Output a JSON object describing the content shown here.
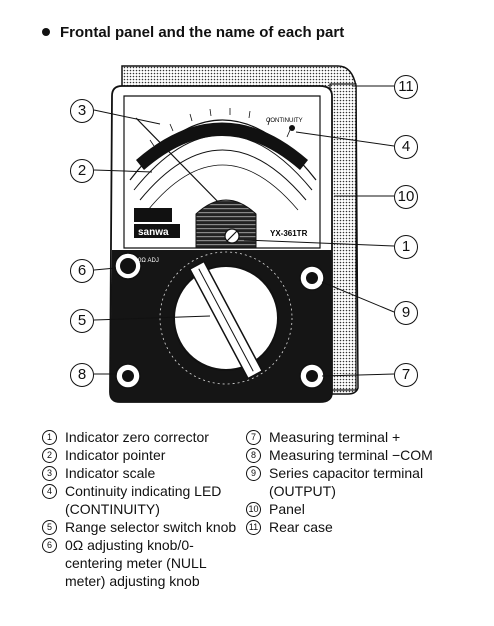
{
  "title": "Frontal panel and the name of each part",
  "meter": {
    "brand": "sanwa",
    "model": "YX-361TR",
    "contrast_label": "CONTINUITY",
    "adj_label": "0Ω ADJ"
  },
  "callouts": [
    "3",
    "2",
    "6",
    "5",
    "8",
    "11",
    "4",
    "10",
    "1",
    "9",
    "7"
  ],
  "parts_left": [
    {
      "num": "1",
      "label": "Indicator zero corrector"
    },
    {
      "num": "2",
      "label": "Indicator pointer"
    },
    {
      "num": "3",
      "label": "Indicator scale"
    },
    {
      "num": "4",
      "label": "Continuity indicating LED (CONTINUITY)"
    },
    {
      "num": "5",
      "label": "Range selector switch knob"
    },
    {
      "num": "6",
      "label": "0Ω adjusting knob/0-centering meter (NULL meter) adjusting knob"
    }
  ],
  "parts_right": [
    {
      "num": "7",
      "label": "Measuring terminal +"
    },
    {
      "num": "8",
      "label": "Measuring terminal −COM"
    },
    {
      "num": "9",
      "label": "Series capacitor terminal (OUTPUT)"
    },
    {
      "num": "10",
      "label": "Panel"
    },
    {
      "num": "11",
      "label": "Rear case"
    }
  ]
}
